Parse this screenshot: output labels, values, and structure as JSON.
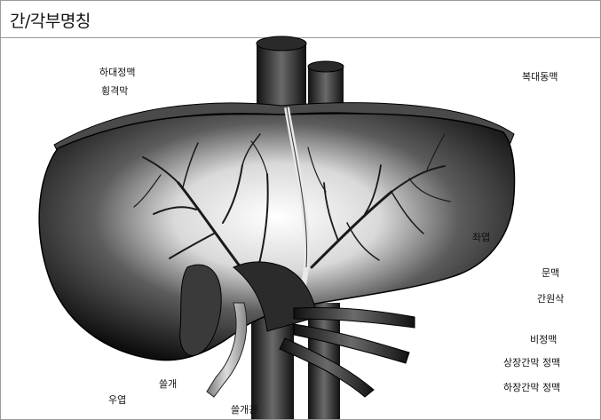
{
  "title": "간/각부명칭",
  "labels": {
    "ivc": "하대정맥",
    "diaphragm": "횡격막",
    "aorta": "복대동맥",
    "left_lobe": "좌엽",
    "portal_vein": "문맥",
    "round_ligament": "간원삭",
    "splenic_vein": "비정맥",
    "sup_mesenteric_vein": "상장간막 정맥",
    "inf_mesenteric_vein": "하장간막 정맥",
    "right_lobe": "우엽",
    "gallbladder": "쓸개",
    "bile_duct": "쓸개관"
  }
}
